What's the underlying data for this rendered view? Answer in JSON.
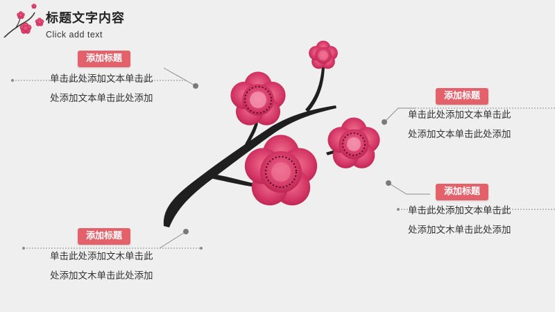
{
  "header": {
    "title": "标题文字内容",
    "subtitle": "Click add text"
  },
  "sections": [
    {
      "badge": "添加标题",
      "line1": "单击此处添加文本单击此",
      "line2": "处添加文本单击此处添加"
    },
    {
      "badge": "添加标题",
      "line1": "单击此处添加文本单击此",
      "line2": "处添加文木单击此处添加"
    },
    {
      "badge": "添加标题",
      "line1": "单击此处添加文本单击此",
      "line2": "处添加文本单击此处添加"
    },
    {
      "badge": "添加标题",
      "line1": "单击此处添加文木单击此",
      "line2": "处添加文木单击此处添加"
    }
  ],
  "colors": {
    "background": "#efefef",
    "badge": "#e2616b",
    "blossom": "#d0315e",
    "branch": "#222222",
    "connector": "#8a8a8a"
  }
}
